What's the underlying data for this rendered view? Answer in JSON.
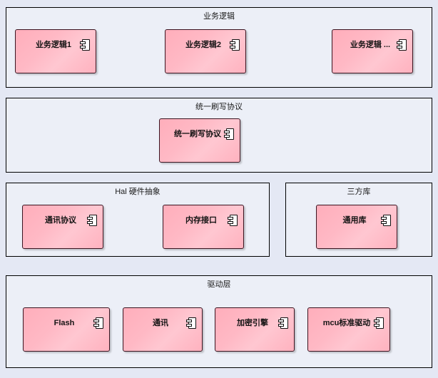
{
  "diagram": {
    "type": "uml-component-layered-architecture",
    "background_color": "#e4e8f4",
    "panel_fill": "#eceff7",
    "component_fill": "#ffb6c1",
    "border_color": "#000000",
    "layers": [
      {
        "id": "business-logic",
        "title": "业务逻辑",
        "components": [
          {
            "label": "业务逻辑1",
            "icon": "uml-component-icon"
          },
          {
            "label": "业务逻辑2",
            "icon": "uml-component-icon"
          },
          {
            "label": "业务逻辑 ...",
            "icon": "uml-component-icon"
          }
        ]
      },
      {
        "id": "unified-flash-protocol",
        "title": "统一刷写协议",
        "components": [
          {
            "label": "统一刷写协议",
            "icon": "uml-component-icon"
          }
        ]
      },
      {
        "id": "hal",
        "title": "Hal 硬件抽象",
        "components": [
          {
            "label": "通讯协议",
            "icon": "uml-component-icon"
          },
          {
            "label": "内存接口",
            "icon": "uml-component-icon"
          }
        ]
      },
      {
        "id": "third-party-library",
        "title": "三方库",
        "components": [
          {
            "label": "通用库",
            "icon": "uml-component-icon"
          }
        ]
      },
      {
        "id": "driver-layer",
        "title": "驱动层",
        "components": [
          {
            "label": "Flash",
            "icon": "uml-component-icon"
          },
          {
            "label": "通讯",
            "icon": "uml-component-icon"
          },
          {
            "label": "加密引擎",
            "icon": "uml-component-icon"
          },
          {
            "label": "mcu标准驱动",
            "icon": "uml-component-icon"
          }
        ]
      }
    ]
  }
}
